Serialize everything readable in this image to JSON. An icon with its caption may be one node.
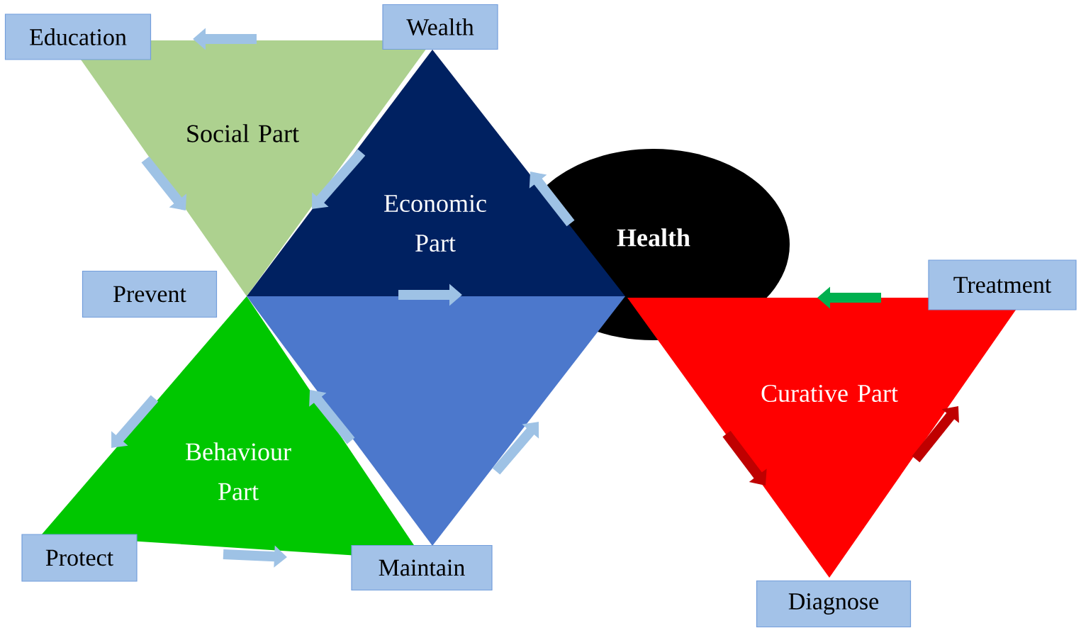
{
  "diagram": {
    "nodes": [
      {
        "text": [
          "Education"
        ]
      },
      {
        "text": [
          "Wealth"
        ]
      },
      {
        "text": [
          "Social Part"
        ]
      },
      {
        "text": [
          "Economic Part"
        ]
      },
      {
        "text": [
          "Health"
        ]
      },
      {
        "text": [
          "Prevent"
        ]
      },
      {
        "text": [
          "Behaviour Part"
        ]
      },
      {
        "text": [],
        "shape": "triangle"
      },
      {
        "text": [
          "Protect"
        ]
      },
      {
        "text": [
          "Maintain"
        ]
      },
      {
        "text": [
          "Treatment"
        ]
      },
      {
        "text": [
          "Curative Part"
        ]
      },
      {
        "text": [
          "Diagnose"
        ]
      }
    ]
  }
}
